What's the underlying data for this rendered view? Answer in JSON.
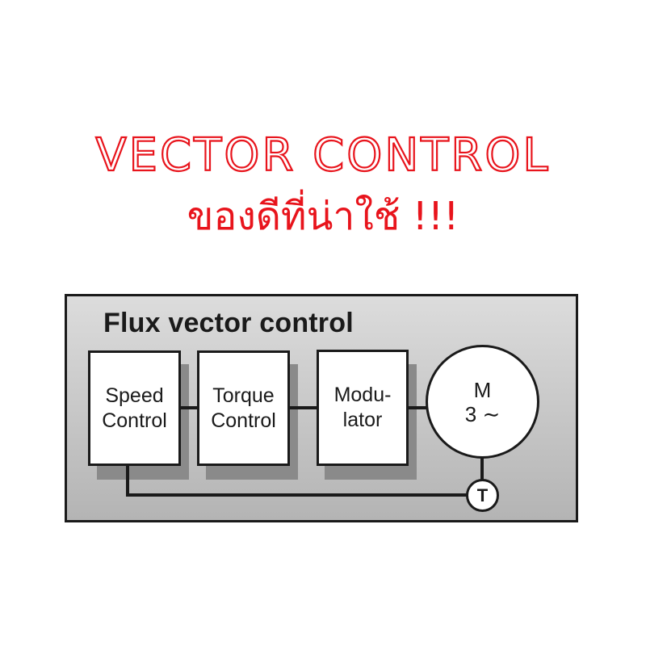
{
  "headline": {
    "english": "VECTOR CONTROL",
    "thai": "ของดีที่น่าใช้ !!!"
  },
  "diagram": {
    "title": "Flux vector control",
    "blocks": [
      {
        "id": "speed",
        "label": "Speed\nControl"
      },
      {
        "id": "torque",
        "label": "Torque\nControl"
      },
      {
        "id": "modulator",
        "label": "Modu-\nlator"
      }
    ],
    "motor": {
      "line1": "M",
      "line2": "3 ∼"
    },
    "sensor": {
      "label": "T"
    }
  },
  "colors": {
    "headline": "#e8141c",
    "stroke": "#1a1a1a",
    "panel_top": "#dcdcdc",
    "panel_bottom": "#b4b4b4",
    "shadow": "#8a8a8a"
  }
}
